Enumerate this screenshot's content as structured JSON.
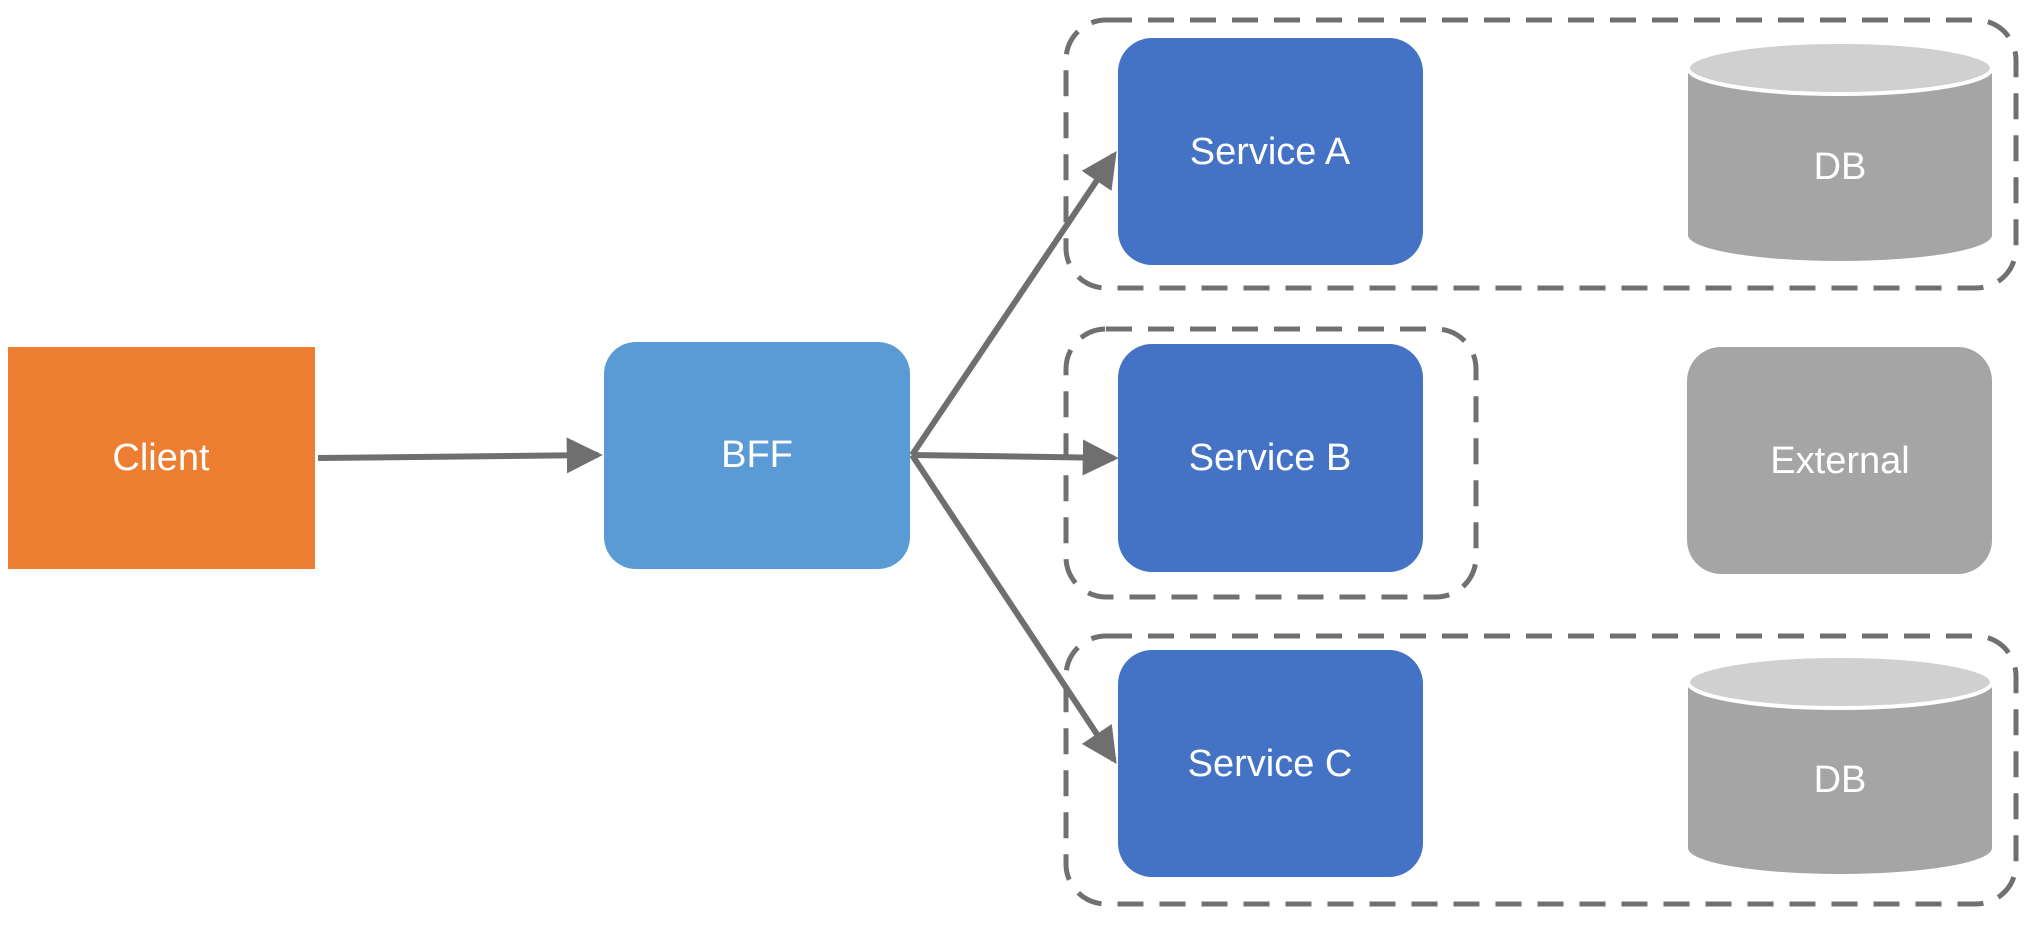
{
  "colors": {
    "client": "#ED7D31",
    "bff": "#5B9BD5",
    "service": "#4472C4",
    "external": "#A5A5A5",
    "db_body": "#A5A5A5",
    "db_top": "#D0D0D0",
    "edge": "#6F6F6F",
    "group_border": "#707070"
  },
  "nodes": {
    "client": {
      "label": "Client"
    },
    "bff": {
      "label": "BFF"
    },
    "service_a": {
      "label": "Service A"
    },
    "service_b": {
      "label": "Service B"
    },
    "service_c": {
      "label": "Service C"
    },
    "external": {
      "label": "External"
    },
    "db_a": {
      "label": "DB"
    },
    "db_c": {
      "label": "DB"
    }
  },
  "edges": [
    {
      "from": "client",
      "to": "bff"
    },
    {
      "from": "bff",
      "to": "service_a"
    },
    {
      "from": "bff",
      "to": "service_b"
    },
    {
      "from": "bff",
      "to": "service_c"
    }
  ],
  "groups": [
    {
      "members": [
        "service_a",
        "db_a"
      ]
    },
    {
      "members": [
        "service_b"
      ]
    },
    {
      "members": [
        "service_c",
        "db_c"
      ]
    }
  ]
}
